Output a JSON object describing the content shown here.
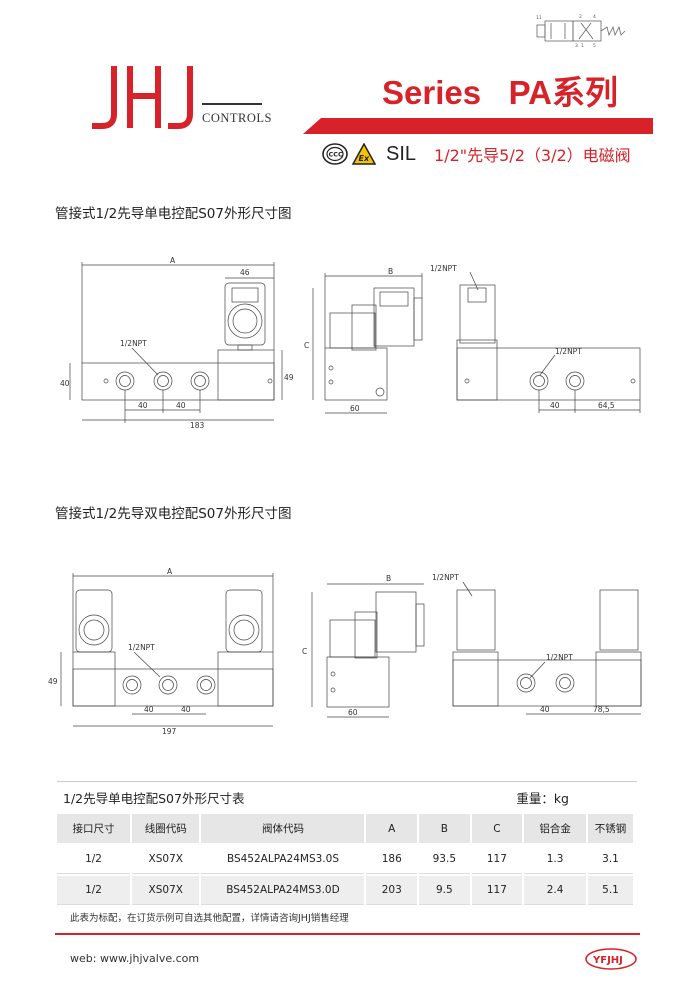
{
  "header": {
    "logo_text": "JHJ",
    "logo_sub": "CONTROLS",
    "series": "Series   PA系列",
    "cert_labels": [
      "CCC",
      "Ex"
    ],
    "sil": "SIL",
    "product_title": "1/2\"先导5/2（3/2）电磁阀",
    "symbol_labels": [
      "11",
      "2",
      "4",
      "1",
      "3",
      "5"
    ]
  },
  "single": {
    "title": "管接式1/2先导单电控配S07外形尺寸图",
    "dims": {
      "A": "A",
      "B": "B",
      "C": "C",
      "d46": "46",
      "d40a": "40",
      "d40b": "40",
      "d183": "183",
      "d40h": "40",
      "d49": "49",
      "d60": "60",
      "d40c": "40",
      "d645": "64,5",
      "npt1": "1/2NPT",
      "npt2": "1/2NPT",
      "npt3": "1/2NPT"
    }
  },
  "double": {
    "title": "管接式1/2先导双电控配S07外形尺寸图",
    "dims": {
      "A": "A",
      "B": "B",
      "C": "C",
      "d40a": "40",
      "d40b": "40",
      "d197": "197",
      "d49": "49",
      "d60": "60",
      "d40c": "40",
      "d785": "78,5",
      "npt1": "1/2NPT",
      "npt2": "1/2NPT",
      "npt3": "1/2NPT"
    }
  },
  "table": {
    "title": "1/2先导单电控配S07外形尺寸表",
    "weight": "重量：kg",
    "headers": [
      "接口尺寸",
      "线圈代码",
      "阀体代码",
      "A",
      "B",
      "C",
      "铝合金",
      "不锈钢"
    ],
    "rows": [
      [
        "1/2",
        "XS07X",
        "BS452ALPA24MS3.0S",
        "186",
        "93.5",
        "117",
        "1.3",
        "3.1"
      ],
      [
        "1/2",
        "XS07X",
        "BS452ALPA24MS3.0D",
        "203",
        "9.5",
        "117",
        "2.4",
        "5.1"
      ]
    ]
  },
  "footer": {
    "note": "此表为标配，在订货示例可自选其他配置，详情请咨询JHJ销售经理",
    "web": "web:  www.jhjvalve.com",
    "logo_text": "YFJHJ"
  },
  "colors": {
    "brand_red": "#d8222a",
    "line": "#555555"
  }
}
